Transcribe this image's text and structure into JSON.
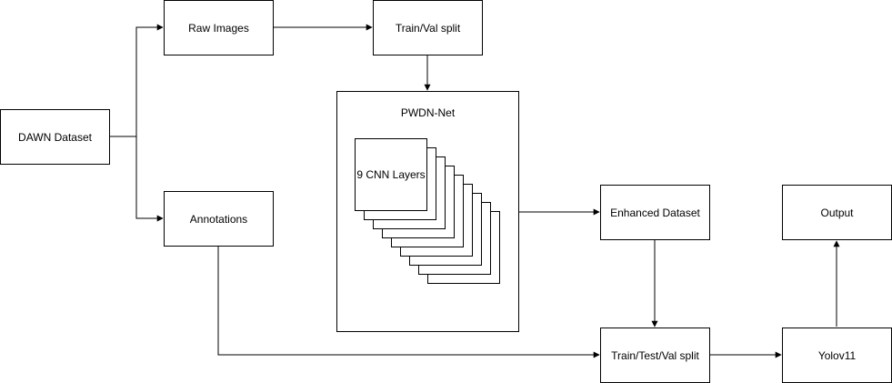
{
  "nodes": {
    "dawn_dataset": "DAWN Dataset",
    "raw_images": "Raw Images",
    "annotations": "Annotations",
    "train_val_split": "Train/Val split",
    "enhanced_dataset": "Enhanced Dataset",
    "train_test_val_split": "Train/Test/Val split",
    "yolov11": "Yolov11",
    "output": "Output"
  },
  "pwdn_net": {
    "title": "PWDN-Net",
    "layers_label": "9 CNN Layers",
    "layer_count": 9
  }
}
